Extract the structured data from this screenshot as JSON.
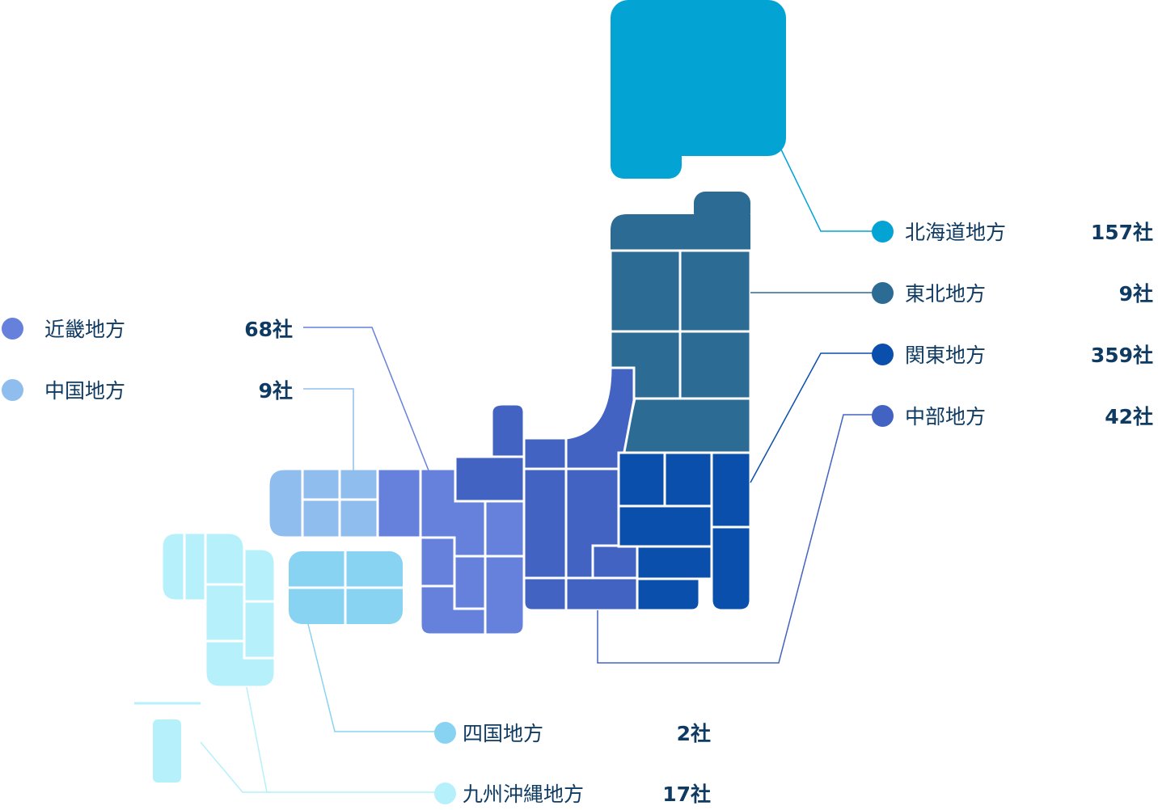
{
  "regions": {
    "hokkaido": {
      "name": "北海道地方",
      "count": "157社",
      "color": "#03a3d4"
    },
    "tohoku": {
      "name": "東北地方",
      "count": "9社",
      "color": "#2b6b94"
    },
    "kanto": {
      "name": "関東地方",
      "count": "359社",
      "color": "#0b4fac"
    },
    "chubu": {
      "name": "中部地方",
      "count": "42社",
      "color": "#4363c2"
    },
    "kinki": {
      "name": "近畿地方",
      "count": "68社",
      "color": "#6581dc"
    },
    "chugoku": {
      "name": "中国地方",
      "count": "9社",
      "color": "#8fbded"
    },
    "shikoku": {
      "name": "四国地方",
      "count": "2社",
      "color": "#88d3f1"
    },
    "kyushu": {
      "name": "九州沖縄地方",
      "count": "17社",
      "color": "#b6f0fb"
    }
  }
}
